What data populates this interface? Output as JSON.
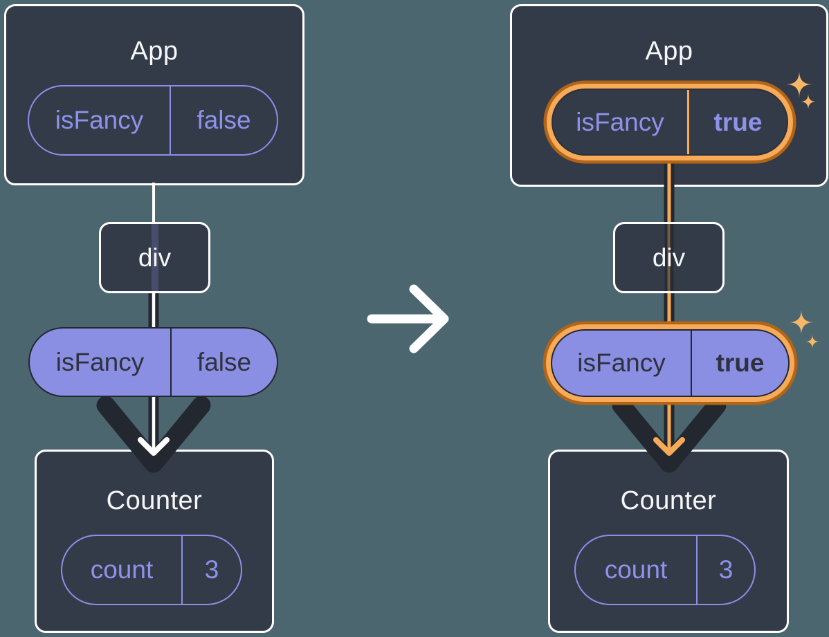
{
  "colors": {
    "background": "#4c6670",
    "card_fill": "#343b48",
    "card_border": "#ffffff",
    "purple_outline": "#8b8fe8",
    "purple_fill": "#8b8fe4",
    "ink_dark": "#23272f",
    "highlight_orange": "#f7ab58",
    "highlight_orange_dark": "#b26516",
    "sparkle_orange": "#f8b765",
    "text_light": "#f6f7f9",
    "text_dark": "#2e323e"
  },
  "left_panel": {
    "app_card": {
      "title": "App",
      "prop_pill": {
        "name": "isFancy",
        "value": "false"
      }
    },
    "div_node": {
      "label": "div"
    },
    "passed_prop_pill": {
      "name": "isFancy",
      "value": "false"
    },
    "counter_card": {
      "title": "Counter",
      "state_pill": {
        "name": "count",
        "value": "3"
      }
    }
  },
  "right_panel": {
    "app_card": {
      "title": "App",
      "prop_pill": {
        "name": "isFancy",
        "value": "true"
      }
    },
    "div_node": {
      "label": "div"
    },
    "passed_prop_pill": {
      "name": "isFancy",
      "value": "true"
    },
    "counter_card": {
      "title": "Counter",
      "state_pill": {
        "name": "count",
        "value": "3"
      }
    }
  }
}
